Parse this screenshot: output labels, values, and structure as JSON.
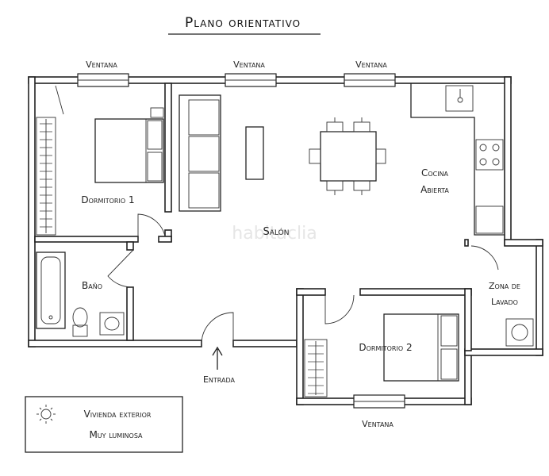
{
  "title": "Plano orientativo",
  "labels": {
    "ventana": "Ventana",
    "dormitorio_1": "Dormitorio 1",
    "salon": "Salón",
    "cocina_line1": "Cocina",
    "cocina_line2": "Abierta",
    "bano": "Baño",
    "zona_line1": "Zona de",
    "zona_line2": "Lavado",
    "dormitorio_2": "Dormitorio 2",
    "entrada": "Entrada"
  },
  "legend": {
    "icon": "sun-icon",
    "line1": "Vivienda exterior",
    "line2": "Muy luminosa"
  },
  "watermark": "habitaclia"
}
